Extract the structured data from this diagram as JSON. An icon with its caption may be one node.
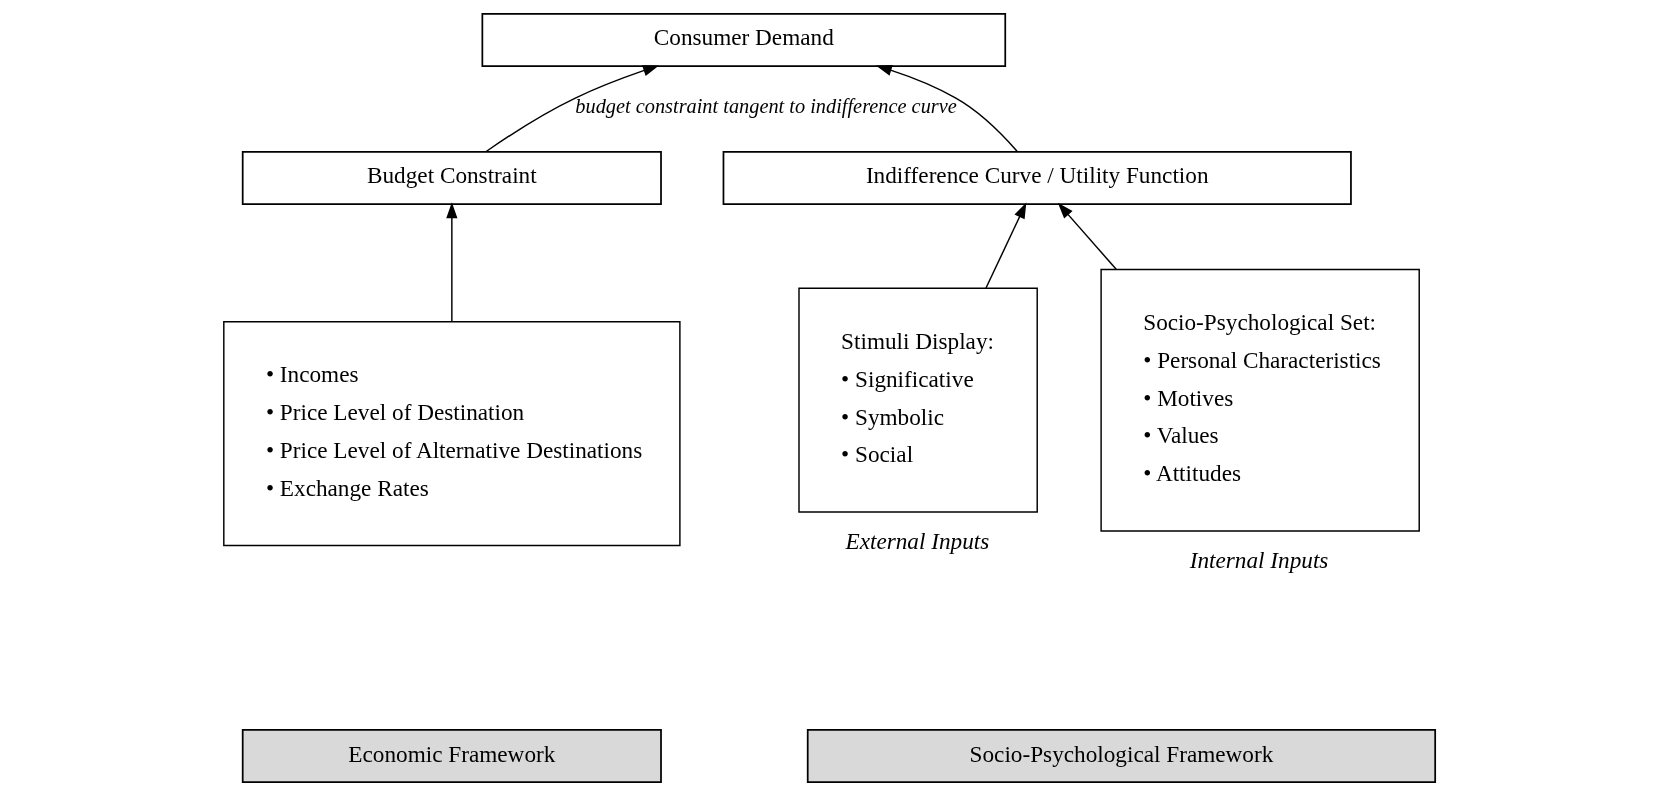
{
  "diagram": {
    "nodes": [
      {
        "text": [
          "Consumer Demand"
        ]
      },
      {
        "text": [
          "Budget Constraint"
        ]
      },
      {
        "text": [
          "Indifference Curve / Utility Function"
        ]
      },
      {
        "text": [
          "• Incomes",
          "• Price Level of Destination",
          "• Price Level of Alternative Destinations",
          "• Exchange Rates"
        ]
      },
      {
        "text": [
          "Stimuli Display:",
          "• Significative",
          "• Symbolic",
          "• Social"
        ],
        "beside": [
          "External Inputs"
        ]
      },
      {
        "text": [
          "Socio-Psychological Set:",
          "• Personal Characteristics",
          "• Motives",
          "• Values",
          "• Attitudes"
        ],
        "beside": [
          "Internal Inputs"
        ]
      },
      {
        "text": [
          "Economic Framework"
        ]
      },
      {
        "text": [
          "Socio-Psychological Framework"
        ]
      }
    ],
    "edges": [
      {
        "from": 1,
        "to": 0,
        "arrow": "to",
        "label": "budget constraint tangent to indifference curve"
      },
      {
        "from": 2,
        "to": 0,
        "arrow": "to"
      },
      {
        "from": 3,
        "to": 1,
        "arrow": "to"
      },
      {
        "from": 4,
        "to": 2,
        "arrow": "to"
      },
      {
        "from": 5,
        "to": 2,
        "arrow": "to"
      }
    ]
  }
}
